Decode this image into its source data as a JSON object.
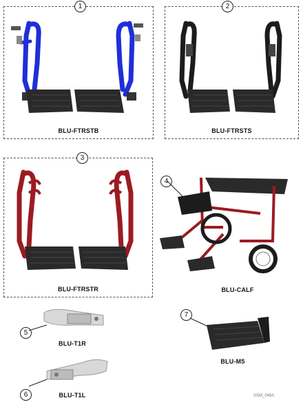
{
  "items": [
    {
      "number": "1",
      "label": "BLU-FTRSTB"
    },
    {
      "number": "2",
      "label": "BLU-FTRSTS"
    },
    {
      "number": "3",
      "label": "BLU-FTRSTR"
    },
    {
      "number": "4",
      "label": "BLU-CALF"
    },
    {
      "number": "5",
      "label": "BLU-T1R"
    },
    {
      "number": "6",
      "label": "BLU-T1L"
    },
    {
      "number": "7",
      "label": "BLU-M5"
    }
  ],
  "footer_code": "SSM_049A",
  "colors": {
    "blue": "#1f2fd8",
    "black": "#1c1c1c",
    "red": "#9c1b22",
    "plate": "#2a2a2a"
  }
}
